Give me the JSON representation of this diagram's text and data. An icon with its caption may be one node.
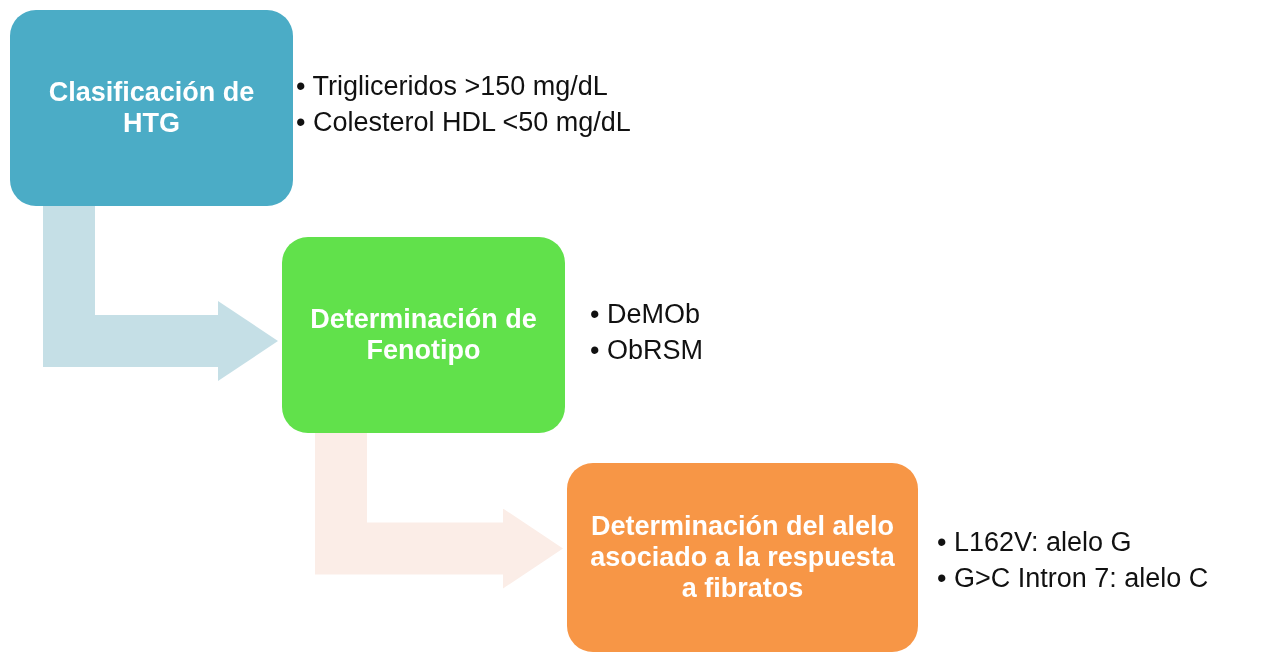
{
  "diagram": {
    "nodes": [
      {
        "text": [
          "Clasificación de HTG"
        ],
        "beside": [
          "• Trigliceridos >150 mg/dL",
          "• Colesterol HDL <50 mg/dL"
        ]
      },
      {
        "text": [
          "Determinación de Fenotipo"
        ],
        "beside": [
          "• DeMOb",
          "• ObRSM"
        ]
      },
      {
        "text": [
          "Determinación del alelo asociado a la respuesta a fibratos"
        ],
        "beside": [
          "• L162V: alelo G",
          "• G>C Intron 7: alelo C"
        ]
      }
    ],
    "edges": [
      {
        "from": 0,
        "to": 1,
        "arrow": "to",
        "color": "#c5dfe6"
      },
      {
        "from": 1,
        "to": 2,
        "arrow": "to",
        "color": "#fbede7"
      }
    ]
  }
}
